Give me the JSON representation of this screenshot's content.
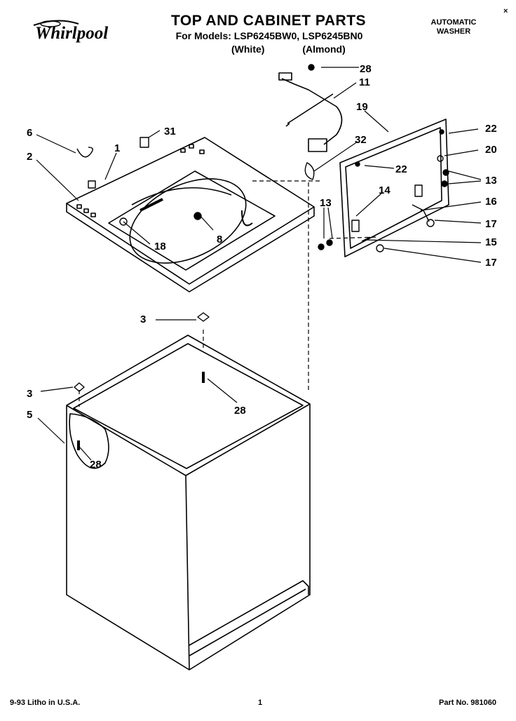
{
  "header": {
    "title": "TOP AND CABINET PARTS",
    "models": "For Models: LSP6245BW0, LSP6245BN0",
    "color1": "(White)",
    "color2": "(Almond)",
    "product_line1": "AUTOMATIC",
    "product_line2": "WASHER",
    "brand": "Whirlpool",
    "corner_mark": "×"
  },
  "footer": {
    "litho": "9-93 Litho in U.S.A.",
    "page": "1",
    "part_no": "Part No. 981060"
  },
  "callouts": [
    "6",
    "31",
    "1",
    "2",
    "8",
    "18",
    "28",
    "11",
    "19",
    "32",
    "22",
    "22",
    "20",
    "13",
    "14",
    "16",
    "13",
    "17",
    "15",
    "17",
    "3",
    "3",
    "28",
    "5",
    "28"
  ]
}
